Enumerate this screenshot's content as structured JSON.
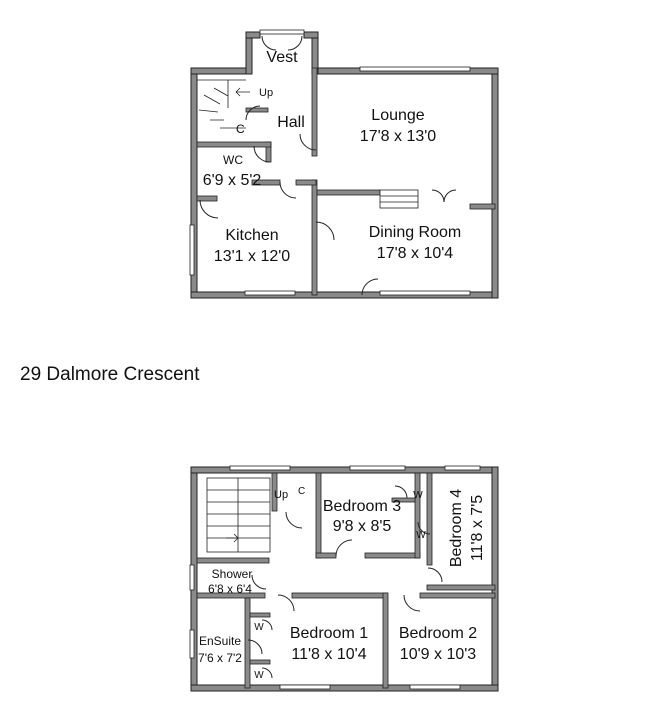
{
  "address": "29 Dalmore Crescent",
  "ground_floor": {
    "vest": "Vest",
    "up": "Up",
    "cupboard": "C",
    "hall": "Hall",
    "lounge": {
      "name": "Lounge",
      "size": "17'8 x 13'0"
    },
    "wc": {
      "name": "WC",
      "size": "6'9 x 5'2"
    },
    "kitchen": {
      "name": "Kitchen",
      "size": "13'1 x 12'0"
    },
    "dining": {
      "name": "Dining Room",
      "size": "17'8 x 10'4"
    }
  },
  "first_floor": {
    "up": "Up",
    "cupboard": "C",
    "bedroom3": {
      "name": "Bedroom 3",
      "size": "9'8 x 8'5"
    },
    "bedroom4": {
      "name": "Bedroom 4",
      "size": "11'8 x 7'5"
    },
    "wardrobe": "W",
    "shower": {
      "name": "Shower",
      "size": "6'8 x 6'4"
    },
    "ensuite": {
      "name": "EnSuite",
      "size": "7'6 x 7'2"
    },
    "bedroom1": {
      "name": "Bedroom 1",
      "size": "11'8 x 10'4"
    },
    "bedroom2": {
      "name": "Bedroom 2",
      "size": "10'9 x 10'3"
    }
  }
}
